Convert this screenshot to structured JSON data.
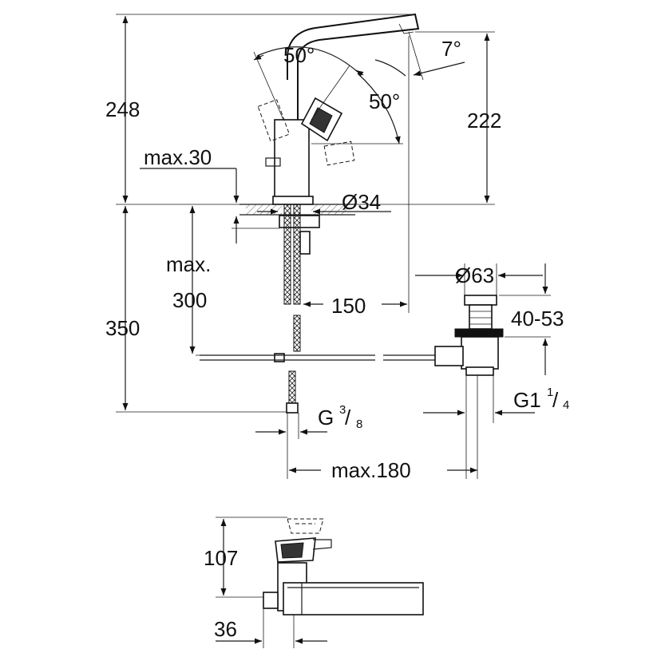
{
  "dimensions": {
    "total_height": "248",
    "angle_left": "50°",
    "angle_right": "50°",
    "spout_angle": "7°",
    "spout_height": "222",
    "deck_max": "max.30",
    "hole_diameter": "Ø34",
    "hose_max_label": "max.",
    "hose_max_value": "300",
    "below_deck": "350",
    "spout_reach": "150",
    "waste_diameter": "Ø63",
    "waste_range": "40-53",
    "thread_waste": "G1",
    "thread_waste_num": "1",
    "thread_waste_den": "4",
    "thread_supply": "G",
    "thread_supply_num": "3",
    "thread_supply_den": "8",
    "max_reach": "max.180",
    "top_height": "107",
    "top_offset": "36"
  }
}
